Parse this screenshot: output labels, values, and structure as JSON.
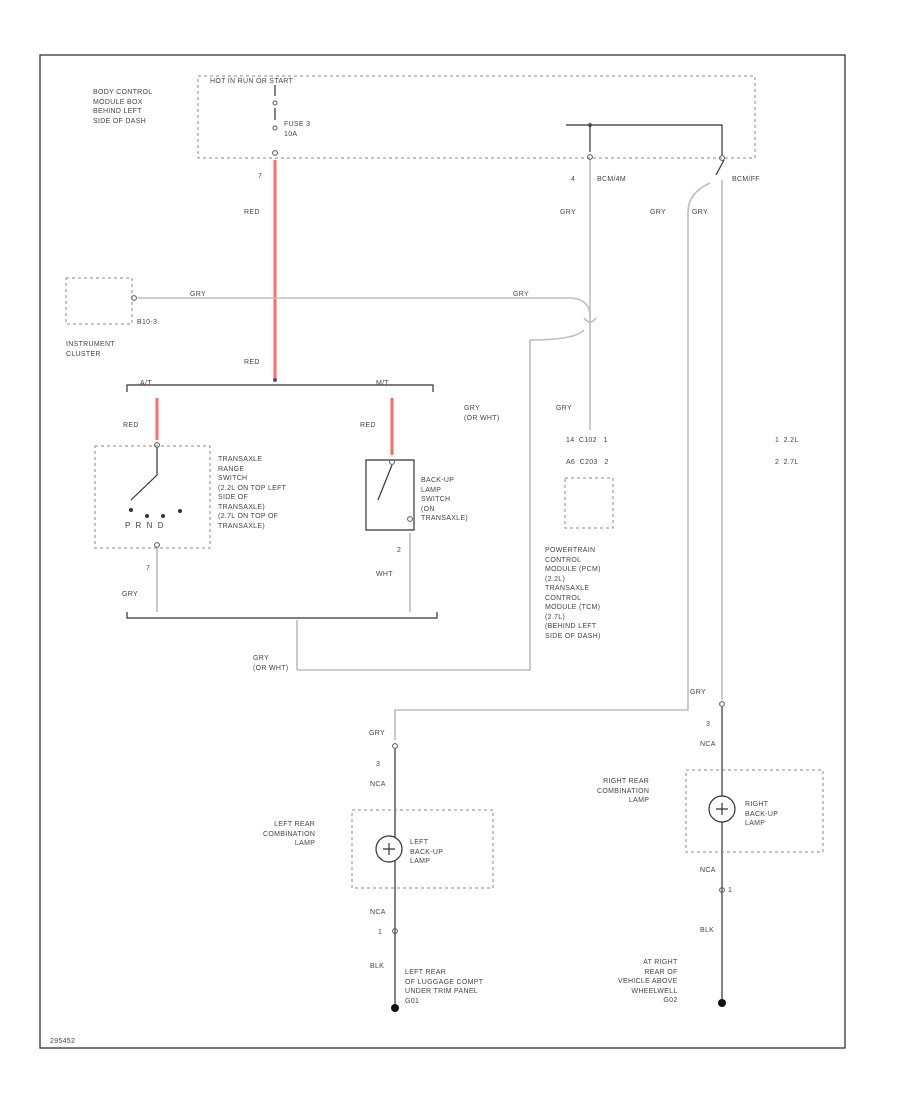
{
  "blocks": {
    "bcm": "BODY CONTROL\nMODULE BOX\nBEHIND LEFT\nSIDE OF DASH",
    "hot_run": "HOT IN RUN OR START",
    "fuse": "FUSE 3\n10A",
    "instrument_cluster": "INSTRUMENT\nCLUSTER",
    "transaxle_switch": "TRANSAXLE\nRANGE\nSWITCH\n(2.2L ON TOP LEFT\nSIDE OF\nTRANSAXLE)\n(2.7L ON TOP OF\nTRANSAXLE)",
    "backup_switch": "BACK-UP\nLAMP\nSWITCH\n(ON\nTRANSAXLE)",
    "pcm": "POWERTRAIN\nCONTROL\nMODULE (PCM)\n(2.2L)\nTRANSAXLE\nCONTROL\nMODULE (TCM)\n(2.7L)\n(BEHIND LEFT\nSIDE OF DASH)",
    "left_lamp": "LEFT REAR\nCOMBINATION\nLAMP",
    "left_bulb": "LEFT\nBACK-UP\nLAMP",
    "right_lamp": "RIGHT REAR\nCOMBINATION\nLAMP",
    "right_bulb": "RIGHT\nBACK-UP\nLAMP",
    "left_ground": "LEFT REAR\nOF LUGGAGE COMPT\nUNDER TRIM PANEL\nG01",
    "right_ground": "AT RIGHT\nREAR OF\nVEHICLE ABOVE\nWHEELWELL\nG02"
  },
  "wires": {
    "red": "RED",
    "gry": "GRY",
    "gry_wht": "GRY\n(OR WHT)",
    "wht": "WHT",
    "blk": "BLK"
  },
  "labels": {
    "pin7_top": "7",
    "pin4": "4",
    "bcm_bus_a": "BCM/4M",
    "bcm_bus_b": "BCM/FF",
    "at": "A/T",
    "mt": "M/T",
    "ic_pin": "B10-3",
    "pin7_bottom": "7",
    "pin2": "2",
    "pin_row1": "14  C102   1",
    "pin_row2": "A6  C203   2",
    "engine_1": "1  2.2L",
    "engine_2": "2  2.7L",
    "gear_letters": "P  R  N  D",
    "left_pin_top": "3",
    "left_nca": "NCA",
    "left_nca_bottom": "NCA",
    "left_pin_bottom": "1",
    "right_pin_top": "3",
    "right_nca": "NCA",
    "right_nca_bottom": "NCA",
    "right_pin_bottom": "1",
    "figure_code": "295452"
  }
}
